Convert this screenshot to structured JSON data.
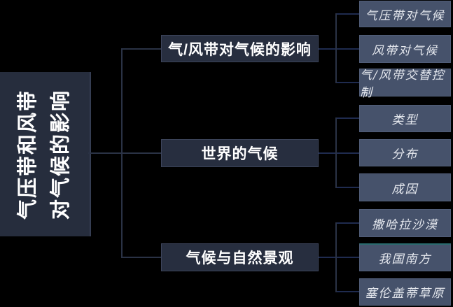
{
  "diagram": {
    "root": {
      "label_line1": "气压带和风带",
      "label_line2": "对气候的影响"
    },
    "branches": [
      {
        "label": "气/风带对气候的影响",
        "children": [
          "气压带对气候",
          "风带对气候",
          "气/风带交替控制"
        ]
      },
      {
        "label": "世界的气候",
        "children": [
          "类型",
          "分布",
          "成因"
        ]
      },
      {
        "label": "气候与自然景观",
        "children": [
          "撒哈拉沙漠",
          "我国南方",
          "塞伦盖蒂草原"
        ]
      }
    ]
  },
  "colors": {
    "background": "#000000",
    "root_fill": "#262d3d",
    "branch_fill": "#272e3f",
    "branch_border": "#3c445a",
    "leaf_fill": "#46526b",
    "leaf_border": "#515e79",
    "connector": "#2a3245",
    "connector_navy": "#1f2b4f",
    "teal_accent": "#2a6b6e",
    "node_text": "#ffffff",
    "leaf_text": "#e6e9ef"
  }
}
